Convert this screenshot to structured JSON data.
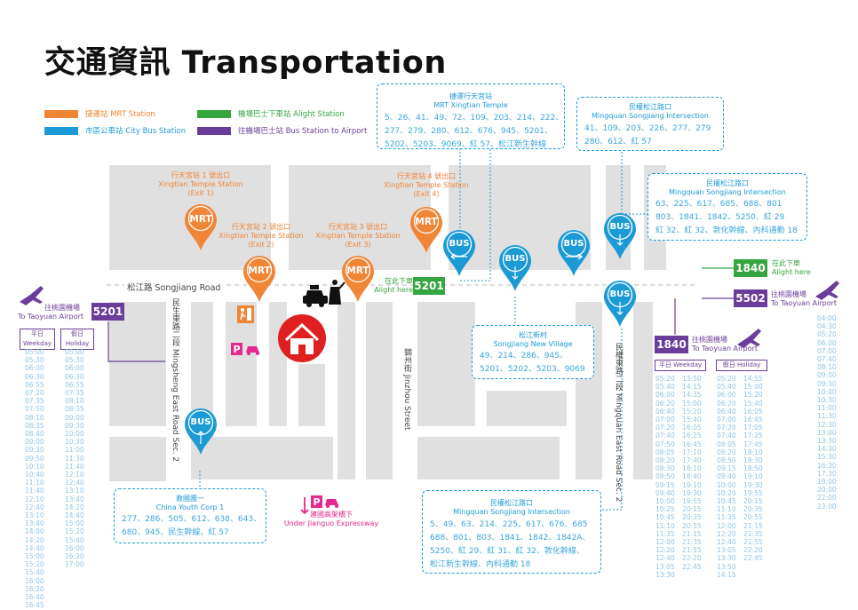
{
  "title": "交通資訊 Transportation",
  "legend": {
    "mrt": "捷運站 MRT Station",
    "city_bus": "市區公車站 City Bus Station",
    "alight": "機場巴士下車站 Alight Station",
    "airport_bus": "往機場巴士站 Bus Station to Airport"
  },
  "colors": {
    "mrt": "#f08536",
    "bus": "#1b9ad6",
    "green": "#35a540",
    "purple": "#6a3d9a",
    "house": "#e02020",
    "parking": "#e4288c"
  },
  "mrt_exits": [
    {
      "zh": "行天宮站 1 號出口",
      "en": "Xingtian Temple Station",
      "exit": "(Exit 1)"
    },
    {
      "zh": "行天宮站 2 號出口",
      "en": "Xingtian Temple Station",
      "exit": "(Exit 2)"
    },
    {
      "zh": "行天宮站 3 號出口",
      "en": "Xingtian Temple Station",
      "exit": "(Exit 3)"
    },
    {
      "zh": "行天宮站 4 號出口",
      "en": "Xingtian Temple Station",
      "exit": "(Exit 4)"
    }
  ],
  "pin_labels": {
    "mrt": "MRT",
    "bus": "BUS"
  },
  "stops": {
    "xingtian": {
      "zh": "捷運行天宮站",
      "en": "MRT Xingtian Temple",
      "routes": [
        "5、26、41、49、72、109、203、214、222、",
        "277、279、280、612、676、945、5201、",
        "5202、5203、9069、紅 57、松江新生幹線"
      ]
    },
    "mingquan_top": {
      "zh": "民權松江路口",
      "en": "Mingquan Songjiang Intersection",
      "routes": [
        "41、109、203、226、277、279",
        "280、612、紅 57"
      ]
    },
    "mingquan_right": {
      "zh": "民權松江路口",
      "en": "Mingquan Songjiang Intersection",
      "routes": [
        "63、225、617、685、688、801",
        "803、1841、1842、5250、紅 29",
        "紅 32、紅 32、敦化幹線、內科通勤 18"
      ]
    },
    "new_village": {
      "zh": "松江新村",
      "en": "Songjiang New Village",
      "routes": [
        "49、214、286、945、",
        "5201、5202、5203、9069"
      ]
    },
    "china_youth": {
      "zh": "救國團一",
      "en": "China Youth Corp 1",
      "routes": [
        "277、286、505、612、638、643、",
        "680、945、民生幹線、紅 57"
      ]
    },
    "mingquan_bottom": {
      "zh": "民權松江路口",
      "en": "Mingquan Songjiang Intersection",
      "routes": [
        "5、49、63、214、225、617、676、685",
        "688、801、803、1841、1842、1842A、",
        "5250、紅 29、紅 31、紅 32、敦化幹線、",
        "松江新生幹線、內科通勤 18"
      ]
    }
  },
  "streets": {
    "songjiang": "松江路 Songjiang Road",
    "minsheng": "民生東路二段 Mingsheng East Road Sec. 2",
    "jinzhou": "錦州街 Jinzhou Street",
    "mingquan": "民權東路二段 Mingquan East Road Sec. 2"
  },
  "alight_5201": {
    "zh": "在此下車",
    "en": "Alight here",
    "route": "5201"
  },
  "alight_1840": {
    "zh": "在此下車",
    "en": "Alight here",
    "route": "1840"
  },
  "airport_5502": {
    "zh": "往桃園機場",
    "en": "To Taoyuan Airport",
    "route": "5502"
  },
  "airport_1840": {
    "zh": "往桃園機場",
    "en": "To Taoyuan Airport",
    "route": "1840"
  },
  "airport_5201": {
    "zh": "往桃園機場",
    "en": "To Taoyuan Airport",
    "route": "5201"
  },
  "expressway": {
    "zh": "建國高架橋下",
    "en": "Under Jianguo Expressway"
  },
  "headers": {
    "weekday": "平日",
    "weekday_en": "Weekday",
    "holiday": "假日",
    "holiday_en": "Holiday",
    "weekday_inline": "平日 Weekday",
    "holiday_inline": "假日 Holiday"
  },
  "t5201_weekday": [
    "05:00",
    "05:30",
    "06:00",
    "06:30",
    "06:55",
    "07:20",
    "07:35",
    "07:50",
    "08:10",
    "08:35",
    "08:40",
    "09:00",
    "09:30",
    "09:50",
    "10:10",
    "10:40",
    "11:10",
    "11:40",
    "12:10",
    "12:40",
    "13:10",
    "13:40",
    "14:00",
    "14:20",
    "14:40",
    "15:00",
    "15:20",
    "15:40",
    "16:00",
    "16:20",
    "16:40",
    "16:45"
  ],
  "t5201_holiday": [
    "05:00",
    "05:30",
    "06:00",
    "06:30",
    "06:55",
    "07:35",
    "08:10",
    "08:35",
    "09:00",
    "09:30",
    "10:00",
    "10:30",
    "11:00",
    "11:30",
    "11:40",
    "12:10",
    "12:40",
    "13:10",
    "13:40",
    "14:20",
    "14:40",
    "15:00",
    "15:20",
    "15:40",
    "16:00",
    "16:20",
    "17:00"
  ],
  "t1840_weekday": [
    "05:20",
    "05:40",
    "06:00",
    "06:20",
    "06:40",
    "07:00",
    "07:20",
    "07:40",
    "07:50",
    "08:05",
    "08:20",
    "08:30",
    "08:50",
    "09:15",
    "09:40",
    "10:00",
    "10:25",
    "10:45",
    "11:10",
    "11:35",
    "12:00",
    "12:20",
    "12:40",
    "13:05",
    "13:30"
  ],
  "t1840_weekday2": [
    "13:50",
    "14:15",
    "14:35",
    "15:00",
    "15:20",
    "15:40",
    "16:05",
    "16:25",
    "16:45",
    "17:10",
    "17:40",
    "18:10",
    "18:40",
    "19:10",
    "19:30",
    "19:55",
    "20:15",
    "20:35",
    "20:55",
    "21:15",
    "21:35",
    "21:55",
    "22:20",
    "22:45"
  ],
  "t1840_holiday": [
    "05:20",
    "05:40",
    "06:00",
    "06:20",
    "06:40",
    "07:00",
    "07:20",
    "07:40",
    "08:05",
    "08:20",
    "08:50",
    "09:15",
    "09:40",
    "10:00",
    "10:20",
    "10:45",
    "11:10",
    "11:35",
    "12:00",
    "12:20",
    "12:40",
    "13:05",
    "13:30",
    "13:50",
    "14:15"
  ],
  "t1840_holiday2": [
    "14:55",
    "15:00",
    "15:20",
    "15:40",
    "16:05",
    "16:45",
    "17:05",
    "17:25",
    "17:45",
    "18:10",
    "18:30",
    "18:50",
    "19:10",
    "19:30",
    "19:55",
    "20:15",
    "20:35",
    "20:55",
    "21:15",
    "21:35",
    "21:55",
    "22:20",
    "22:45"
  ],
  "t5502": [
    "04:00",
    "04:30",
    "05:20",
    "06:00",
    "07:00",
    "07:40",
    "08:10",
    "09:00",
    "09:30",
    "10:00",
    "10:30",
    "11:00",
    "11:30",
    "12:30",
    "13:00",
    "13:30",
    "14:30",
    "15:30",
    "16:30",
    "17:30",
    "19:00",
    "20:00",
    "22:00",
    "23:00"
  ]
}
